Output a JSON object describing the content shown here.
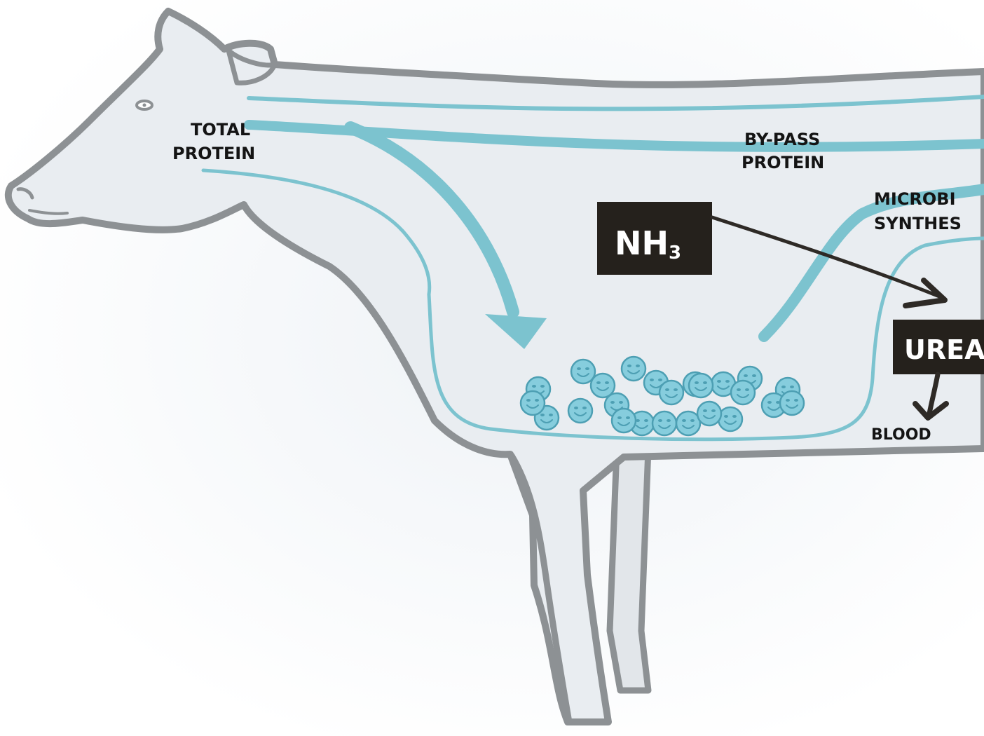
{
  "labels": {
    "total_protein_line1": "TOTAL",
    "total_protein_line2": "PROTEIN",
    "bypass_line1": "BY-PASS",
    "bypass_line2": "PROTEIN",
    "microbial_line1": "MICROBI",
    "microbial_line2": "SYNTHES",
    "nh3_main": "NH",
    "nh3_sub": "3",
    "urea": "UREA",
    "blood": "BLOOD"
  },
  "colors": {
    "background": "#ffffff",
    "body_fill": "#e9edf1",
    "outline": "#8d9194",
    "flow": "#7cc3cf",
    "flow_dark": "#5fb0bf",
    "microbe": "#86cddd",
    "microbe_stroke": "#4d9fb3",
    "box": "#25211c",
    "arrow": "#2e2a26"
  },
  "icons": {
    "microbe": "smiling-microbe-icon",
    "arrow": "arrow-icon"
  },
  "microbe_count": 24
}
